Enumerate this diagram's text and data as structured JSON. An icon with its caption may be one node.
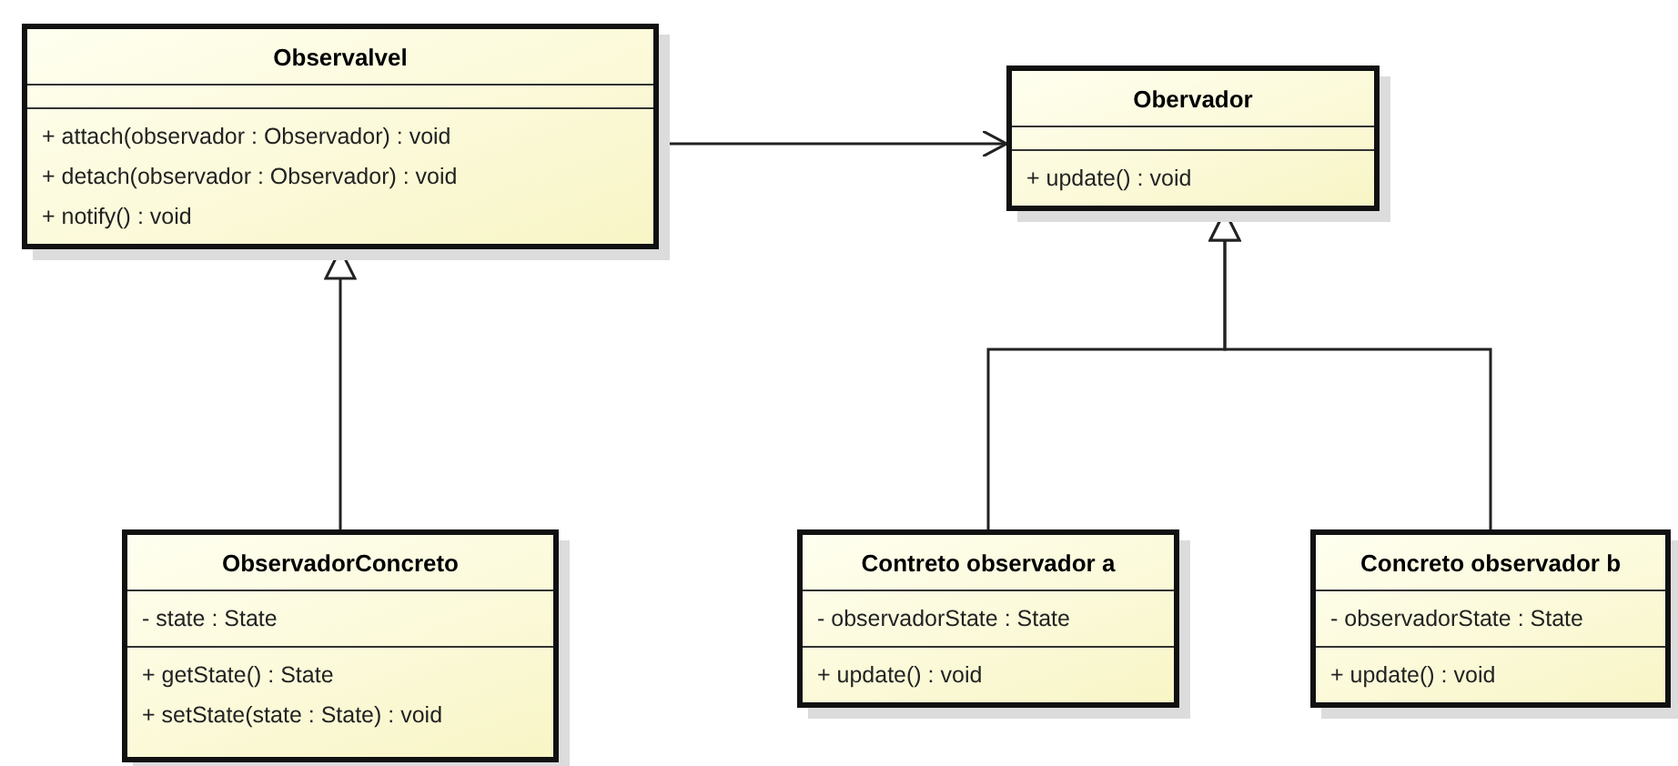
{
  "diagram": {
    "nodes": [
      {
        "text": [
          "Observalvel",
          "+ attach(observador : Observador) : void",
          "+ detach(observador : Observador) : void",
          "+ notify() : void"
        ]
      },
      {
        "text": [
          "Obervador",
          "+ update() : void"
        ]
      },
      {
        "text": [
          "ObservadorConcreto",
          "- state : State",
          "+ getState() : State",
          "+ setState(state : State) : void"
        ]
      },
      {
        "text": [
          "Contreto observador a",
          "- observadorState : State",
          "+ update() : void"
        ]
      },
      {
        "text": [
          "Concreto observador b",
          "- observadorState : State",
          "+ update() : void"
        ]
      }
    ],
    "edges": [
      {
        "from": 0,
        "to": 1,
        "arrow": "to"
      },
      {
        "from": 2,
        "to": 0,
        "arrow": "to"
      },
      {
        "from": 3,
        "to": 1,
        "arrow": "to"
      },
      {
        "from": 4,
        "to": 1,
        "arrow": "to"
      }
    ]
  }
}
